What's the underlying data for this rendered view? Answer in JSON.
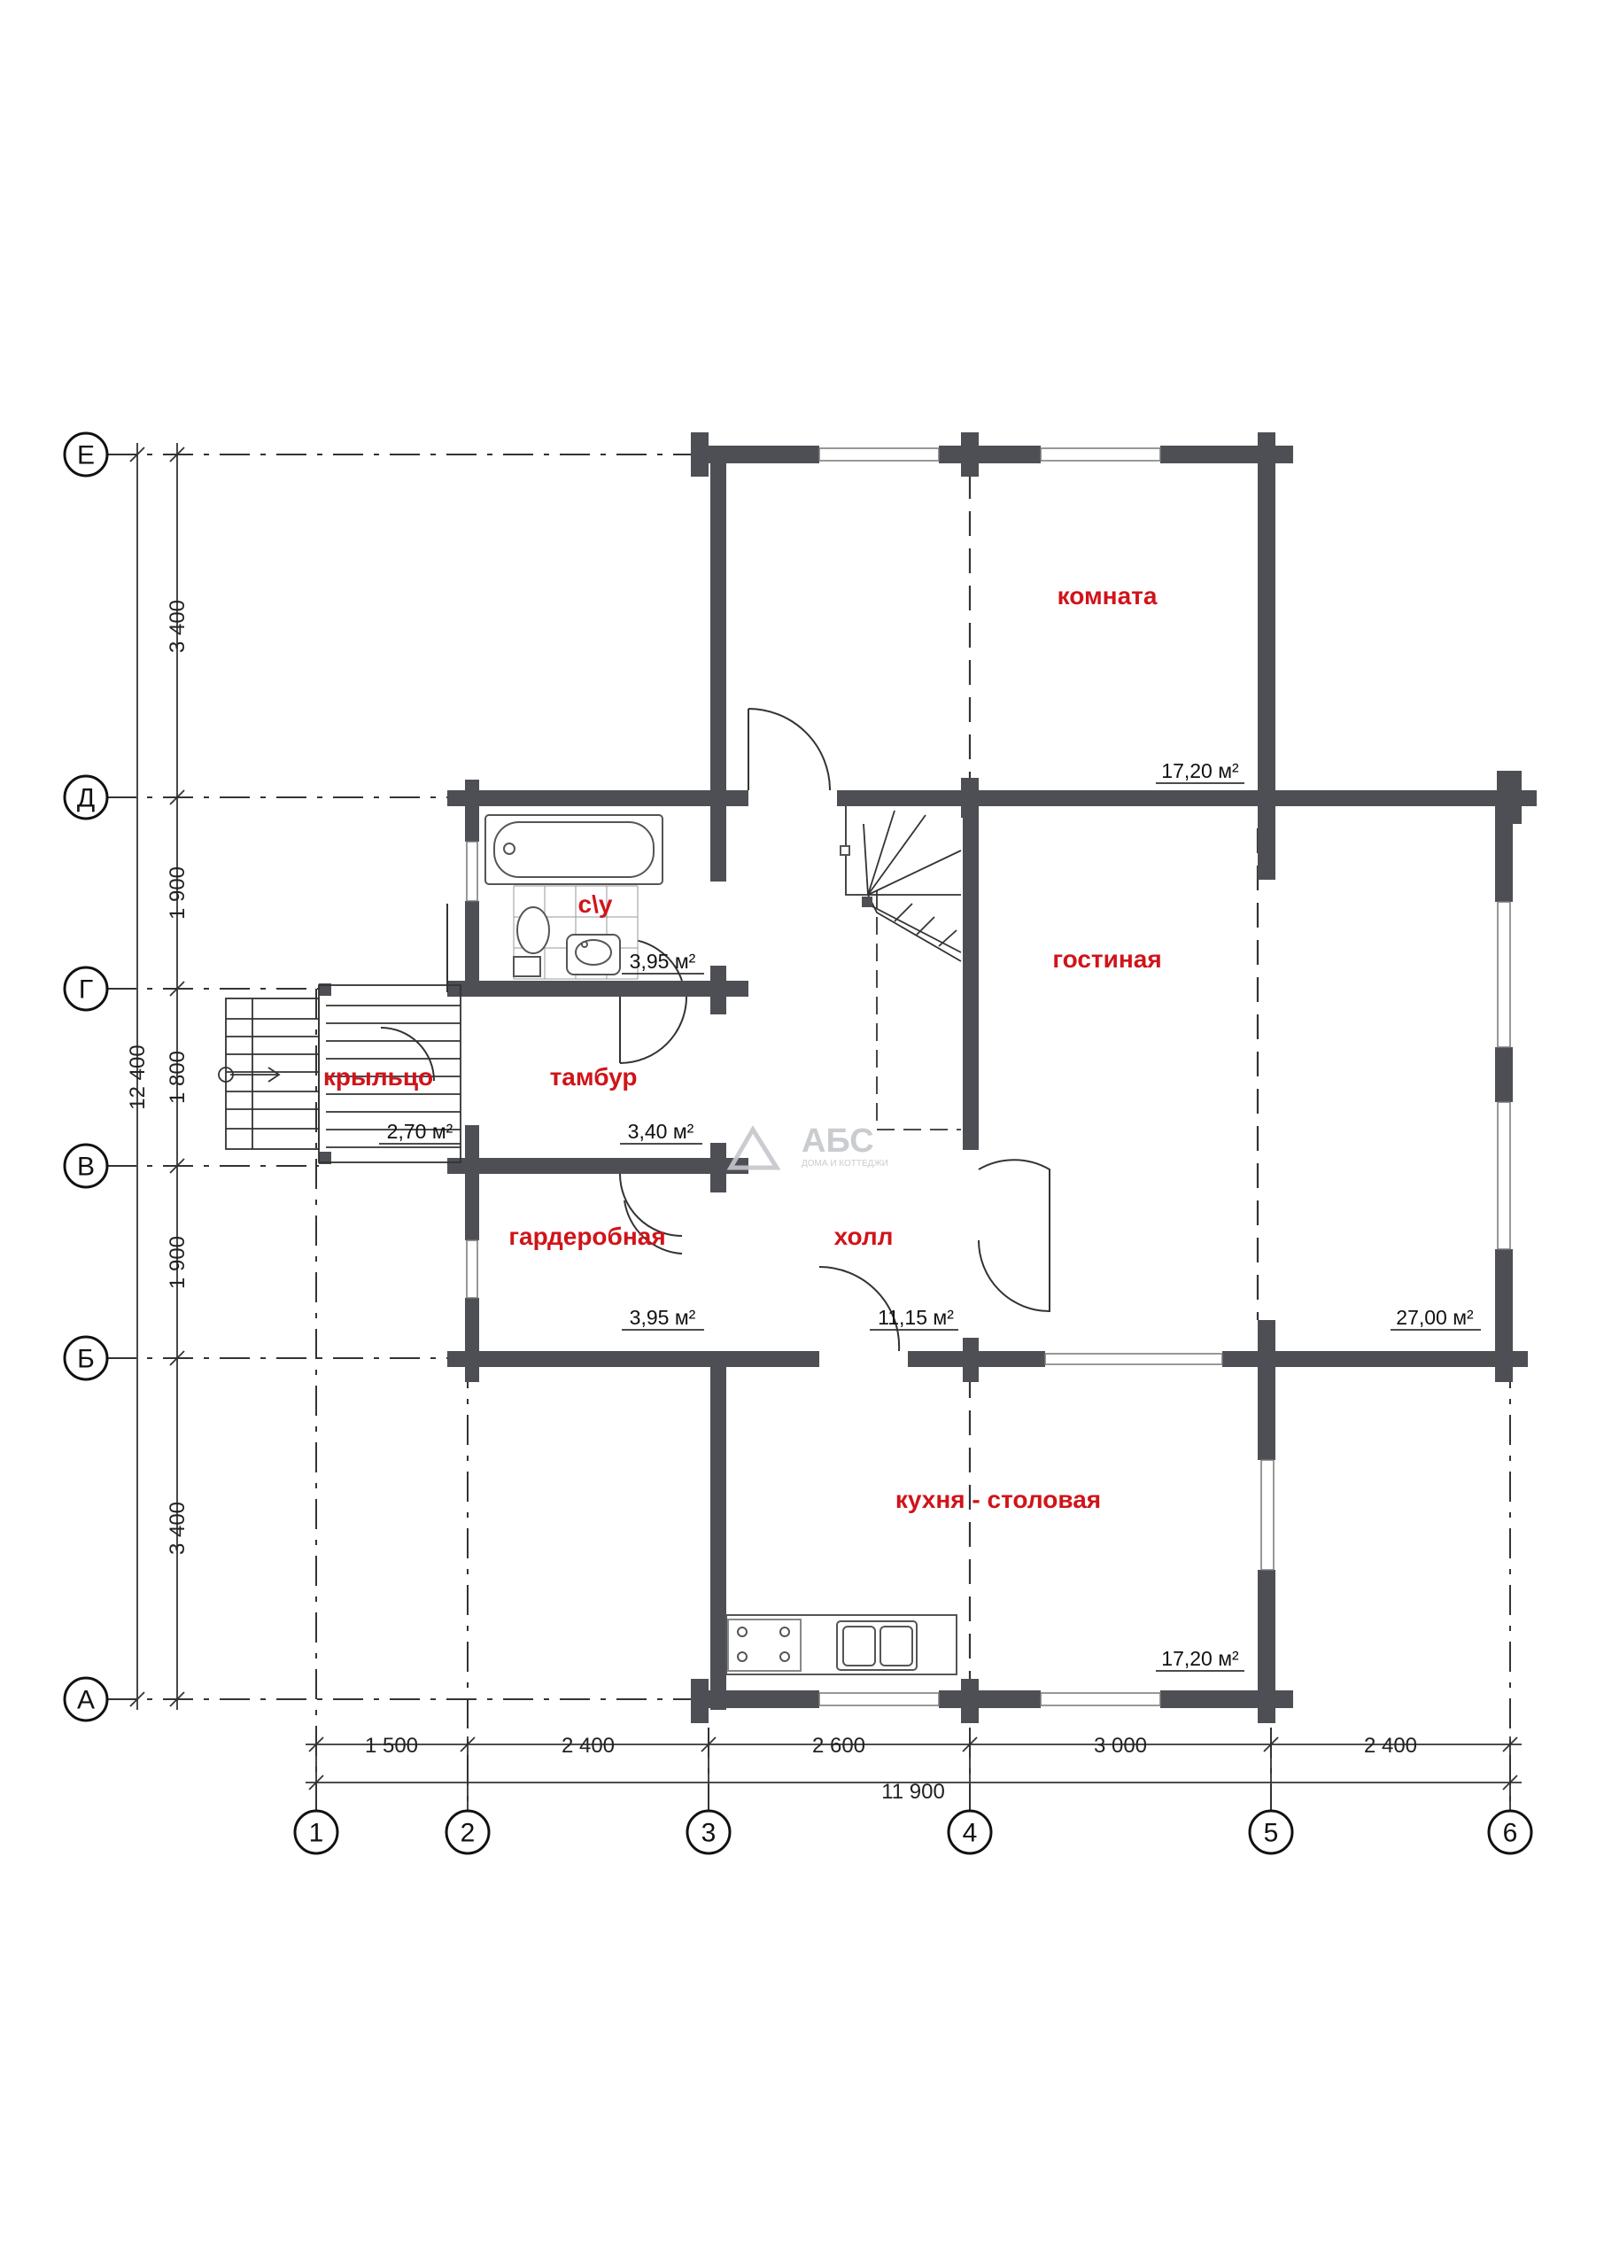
{
  "plan": {
    "axes_vertical": [
      "1",
      "2",
      "3",
      "4",
      "5",
      "6"
    ],
    "axes_horizontal": [
      "Е",
      "Д",
      "Г",
      "В",
      "Б",
      "А"
    ],
    "dims_bottom": [
      "1 500",
      "2 400",
      "2 600",
      "3 000",
      "2 400"
    ],
    "dim_bottom_total": "11 900",
    "dims_left": [
      "3 400",
      "1 900",
      "1 800",
      "1 900",
      "3 400"
    ],
    "dim_left_total": "12 400"
  },
  "rooms": {
    "komnata": {
      "name": "комната",
      "area": "17,20 м²"
    },
    "gostinaya": {
      "name": "гостиная",
      "area": "27,00 м²"
    },
    "su": {
      "name": "с\\у",
      "area": "3,95 м²"
    },
    "kryltso": {
      "name": "крыльцо",
      "area": "2,70 м²"
    },
    "tambur": {
      "name": "тамбур",
      "area": "3,40 м²"
    },
    "garderobnaya": {
      "name": "гардеробная",
      "area": "3,95 м²"
    },
    "holl": {
      "name": "холл",
      "area": "11,15 м²"
    },
    "kuhnya": {
      "name": "кухня - столовая",
      "area": "17,20 м²"
    }
  },
  "logo": {
    "name": "АБС",
    "tagline": "ДОМА И КОТТЕДЖИ"
  }
}
